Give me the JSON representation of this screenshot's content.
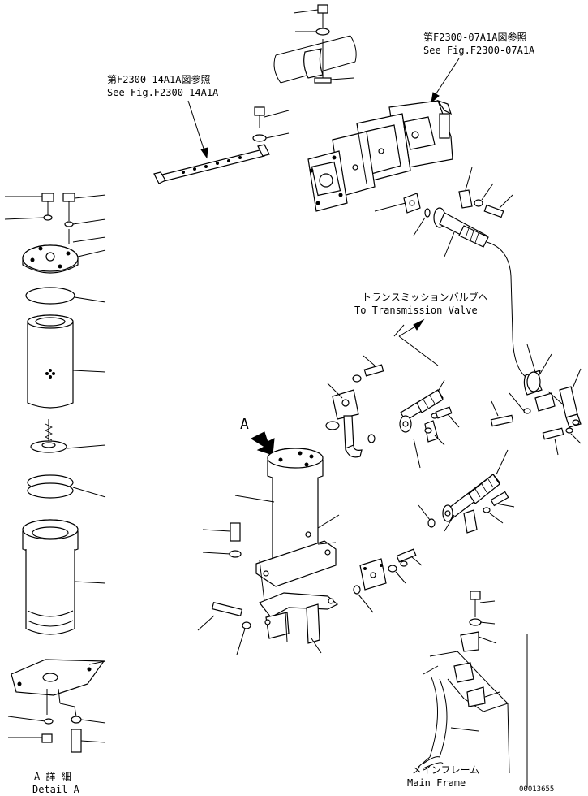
{
  "refs": {
    "fig_07_jp": "第F2300-07A1A図参照",
    "fig_07_en": "See Fig.F2300-07A1A",
    "fig_14_jp": "第F2300-14A1A図参照",
    "fig_14_en": "See Fig.F2300-14A1A"
  },
  "labels": {
    "trans_jp": "トランスミッションバルブへ",
    "trans_en": "To Transmission Valve",
    "view_a": "A",
    "detail_jp": "A 詳 細",
    "detail_en": "Detail A",
    "frame_jp": "メインフレーム",
    "frame_en": "Main Frame",
    "drawing_no": "00013655"
  }
}
